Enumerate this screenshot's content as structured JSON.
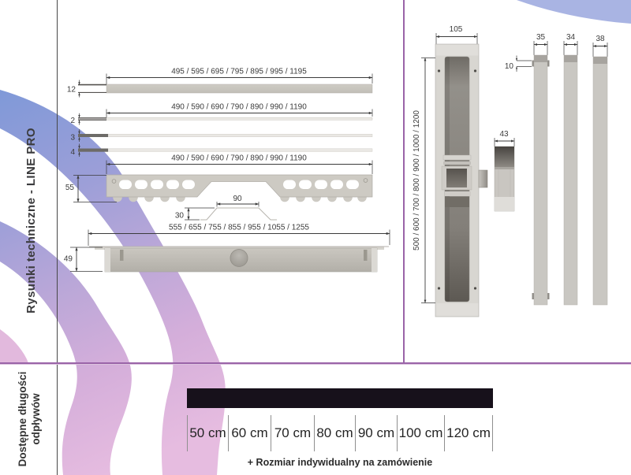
{
  "sidebar": {
    "tech_title": "Rysunki techniczne - LINE PRO"
  },
  "lengths_section": {
    "title_line1": "Dostępne długości",
    "title_line2": "odpływów",
    "sizes": [
      "50 cm",
      "60 cm",
      "70 cm",
      "80 cm",
      "90 cm",
      "100 cm",
      "120 cm"
    ],
    "note": "+ Rozmiar indywidualny na zamówienie"
  },
  "drawings": {
    "grate": {
      "length": "495 / 595 / 695 / 795 / 895 / 995 / 1195",
      "height": "12"
    },
    "profiles": {
      "length": "490 / 590 / 690 / 790 / 890 / 990 / 1190",
      "height_a": "2",
      "height_b": "3",
      "height_c": "4"
    },
    "bracket": {
      "length": "490 / 590 / 690 / 790 / 890 / 990 / 1190",
      "height": "55"
    },
    "hump": {
      "width": "90",
      "height": "30"
    },
    "channel": {
      "length": "555 / 655 / 755 / 855 / 955 / 1055 / 1255",
      "height": "49"
    },
    "body": {
      "width": "105",
      "length_range": "500 / 600 / 700 / 800 / 900 / 1000 / 1200"
    },
    "siphon": {
      "width": "43"
    },
    "grate_bar_1": {
      "width": "35",
      "flange": "10"
    },
    "grate_bar_2": {
      "width": "34"
    },
    "grate_bar_3": {
      "width": "38"
    }
  },
  "colors": {
    "accent_purple": "#9a64a8",
    "band_blue": "#8099d8",
    "band_pink": "#e6bce0",
    "corner_blue": "#a9b4e3",
    "bar_black": "#17111b"
  }
}
